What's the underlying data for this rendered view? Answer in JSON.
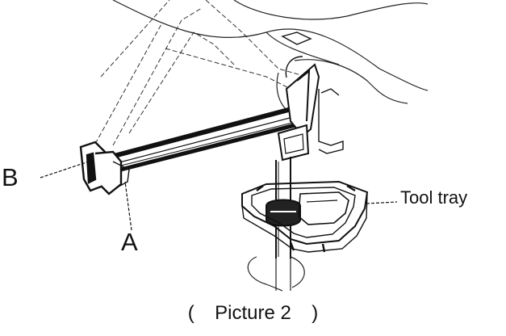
{
  "labels": {
    "b": "B",
    "a": "A",
    "tool_tray": "Tool tray"
  },
  "caption": {
    "open": "(",
    "text": "Picture 2",
    "close": ")"
  },
  "colors": {
    "line": "#111111",
    "background": "#ffffff"
  }
}
